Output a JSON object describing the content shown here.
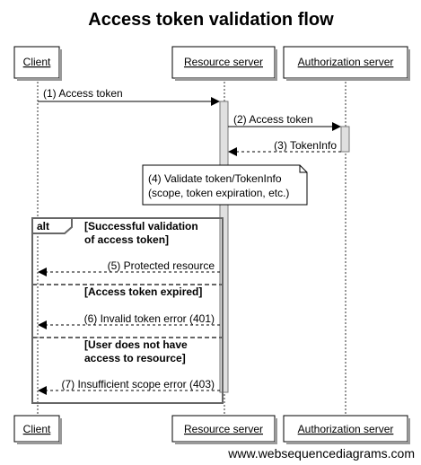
{
  "title": "Access token validation flow",
  "participants": {
    "client": "Client",
    "resource_server": "Resource server",
    "authorization_server": "Authorization server"
  },
  "messages": {
    "m1": "(1) Access token",
    "m2": "(2) Access token",
    "m3": "(3) TokenInfo",
    "m5": "(5) Protected resource",
    "m6": "(6) Invalid token error (401)",
    "m7": "(7) Insufficient scope error (403)"
  },
  "note": {
    "line1": "(4) Validate token/TokenInfo",
    "line2": "(scope, token expiration, etc.)"
  },
  "alt": {
    "keyword": "alt",
    "guard1_line1": "[Successful validation",
    "guard1_line2": "of access token]",
    "guard2": "[Access token expired]",
    "guard3_line1": "[User does not have",
    "guard3_line2": "access to resource]"
  },
  "footer": "www.websequencediagrams.com"
}
